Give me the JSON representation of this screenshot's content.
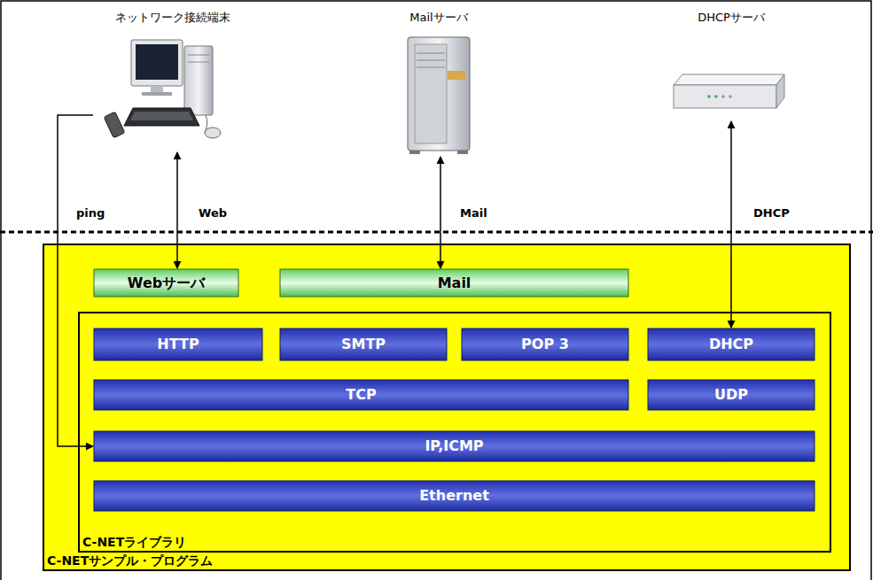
{
  "diagram": {
    "nodes": [
      {
        "text": [
          "ネットワーク接続端末"
        ]
      },
      {
        "text": [
          "Mailサーバ"
        ]
      },
      {
        "text": [
          "DHCPサーバ"
        ]
      },
      {
        "text": [
          "C-NETサンプル・プログラム"
        ]
      },
      {
        "text": [
          "Webサーバ"
        ],
        "in": 3
      },
      {
        "text": [
          "Mail"
        ],
        "in": 3
      },
      {
        "text": [
          "C-NETライブラリ"
        ],
        "in": 3
      },
      {
        "text": [
          "HTTP"
        ],
        "in": 6
      },
      {
        "text": [
          "SMTP"
        ],
        "in": 6
      },
      {
        "text": [
          "POP 3"
        ],
        "in": 6
      },
      {
        "text": [
          "DHCP"
        ],
        "in": 6
      },
      {
        "text": [
          "TCP"
        ],
        "in": 6
      },
      {
        "text": [
          "UDP"
        ],
        "in": 6
      },
      {
        "text": [
          "IP,ICMP"
        ],
        "in": 6
      },
      {
        "text": [
          "Ethernet"
        ],
        "in": 6
      }
    ],
    "edges": [
      {
        "from": 0,
        "to": 4,
        "label": "Web",
        "arrow": "both"
      },
      {
        "from": 0,
        "to": 13,
        "label": "ping",
        "arrow": "to"
      },
      {
        "from": 1,
        "to": 5,
        "label": "Mail",
        "arrow": "both"
      },
      {
        "from": 2,
        "to": 10,
        "label": "DHCP",
        "arrow": "both"
      }
    ]
  }
}
